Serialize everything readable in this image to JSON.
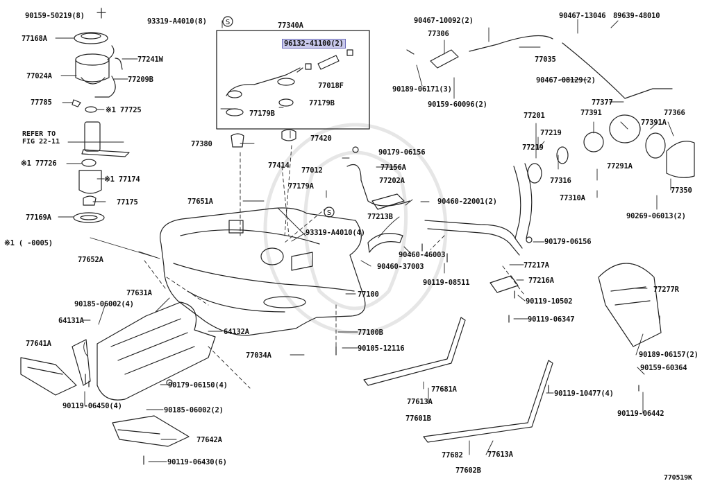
{
  "diagram": {
    "figure_code": "770519K",
    "refer_to_text": "REFER TO\nFIG 22-11",
    "footnote": "※1 (  -0005)",
    "s_marker": "S",
    "highlight_color": "#c9c9ec",
    "watermark": "Toyota emblem watermark",
    "labels": {
      "p90159_50219": "90159-50219(8)",
      "p77168A": "77168A",
      "p77241W": "77241W",
      "p77024A": "77024A",
      "p77209B": "77209B",
      "p77785": "77785",
      "p77725": "※1 77725",
      "p77726": "※1 77726",
      "p77174": "※1 77174",
      "p77175": "77175",
      "p77169A": "77169A",
      "p93319_8": "93319-A4010(8)",
      "p77340A": "77340A",
      "p96132": "96132-41100(2)",
      "p77018F": "77018F",
      "p77179B_a": "77179B",
      "p77179B_b": "77179B",
      "p77420": "77420",
      "p77380": "77380",
      "p77414": "77414",
      "p77012": "77012",
      "p77179A": "77179A",
      "p93319_4": "93319-A4010(4)",
      "p77651A": "77651A",
      "p77652A": "77652A",
      "p90179_06156a": "90179-06156",
      "p77156A": "77156A",
      "p77202A": "77202A",
      "p77213B": "77213B",
      "p90460_22001": "90460-22001(2)",
      "p90460_46003": "90460-46003",
      "p90460_37003": "90460-37003",
      "p90119_08511": "90119-08511",
      "p77100": "77100",
      "p77100B": "77100B",
      "p90105_12116": "90105-12116",
      "p77034A": "77034A",
      "p77631A": "77631A",
      "p90185_06002a": "90185-06002(4)",
      "p64131A": "64131A",
      "p64132A": "64132A",
      "p77641A": "77641A",
      "p90119_06450": "90119-06450(4)",
      "p90179_06150": "90179-06150(4)",
      "p90185_06002b": "90185-06002(2)",
      "p77642A": "77642A",
      "p90119_06430": "90119-06430(6)",
      "p90467_10092": "90467-10092(2)",
      "p77306": "77306",
      "p90189_06171": "90189-06171(3)",
      "p90159_60096": "90159-60096(2)",
      "p90467_13046": "90467-13046",
      "p89639_48010": "89639-48010",
      "p77035": "77035",
      "p90467_08129": "90467-08129(2)",
      "p77377": "77377",
      "p77201": "77201",
      "p77219a": "77219",
      "p77219b": "77219",
      "p77391": "77391",
      "p77366": "77366",
      "p77391A": "77391A",
      "p77291A": "77291A",
      "p77316": "77316",
      "p77310A": "77310A",
      "p77350": "77350",
      "p90269_06013": "90269-06013(2)",
      "p90179_06156b": "90179-06156",
      "p77217A": "77217A",
      "p77216A": "77216A",
      "p90119_10502": "90119-10502",
      "p90119_06347": "90119-06347",
      "p77277R": "77277R",
      "p90189_06157": "90189-06157(2)",
      "p90159_60364": "90159-60364",
      "p77681A": "77681A",
      "p77613A_a": "77613A",
      "p77601B": "77601B",
      "p90119_10477": "90119-10477(4)",
      "p90119_06442": "90119-06442",
      "p77682": "77682",
      "p77613A_b": "77613A",
      "p77602B": "77602B"
    }
  }
}
